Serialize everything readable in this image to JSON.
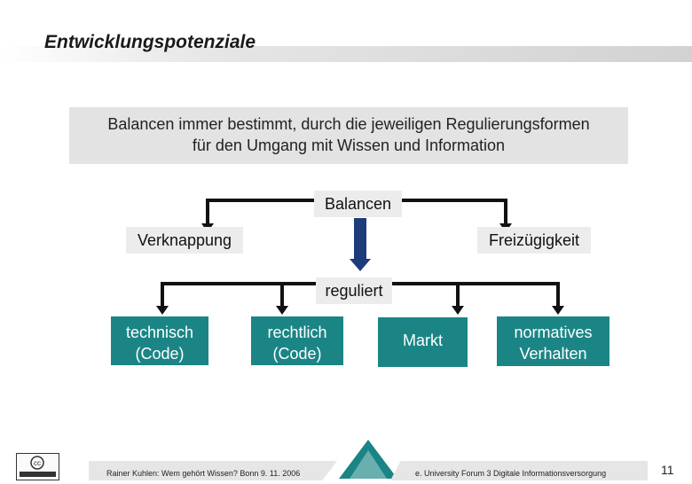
{
  "slide": {
    "title": "Entwicklungspotenziale",
    "intro_line1": "Balancen immer bestimmt, durch die jeweiligen Regulierungsformen",
    "intro_line2": "für den Umgang mit Wissen und Information"
  },
  "diagram": {
    "top": "Balancen",
    "left": "Verknappung",
    "right": "Freizügigkeit",
    "middle": "reguliert",
    "boxes": [
      {
        "line1": "technisch",
        "line2": "(Code)"
      },
      {
        "line1": "rechtlich",
        "line2": "(Code)"
      },
      {
        "line1": "Markt",
        "line2": ""
      },
      {
        "line1": "normatives",
        "line2": "Verhalten"
      }
    ]
  },
  "footer": {
    "left": "Rainer Kuhlen: Wem gehört Wissen?  Bonn 9. 11. 2006",
    "right": "e. University Forum 3 Digitale Informationsversorgung",
    "page": "11"
  },
  "colors": {
    "teal": "#1b8585",
    "arrow": "#1f3c7a",
    "label_bg": "#ececec",
    "intro_bg": "#e3e3e3"
  },
  "icons": {
    "license": "cc-license-icon",
    "logo": "iwi-logo-icon"
  }
}
